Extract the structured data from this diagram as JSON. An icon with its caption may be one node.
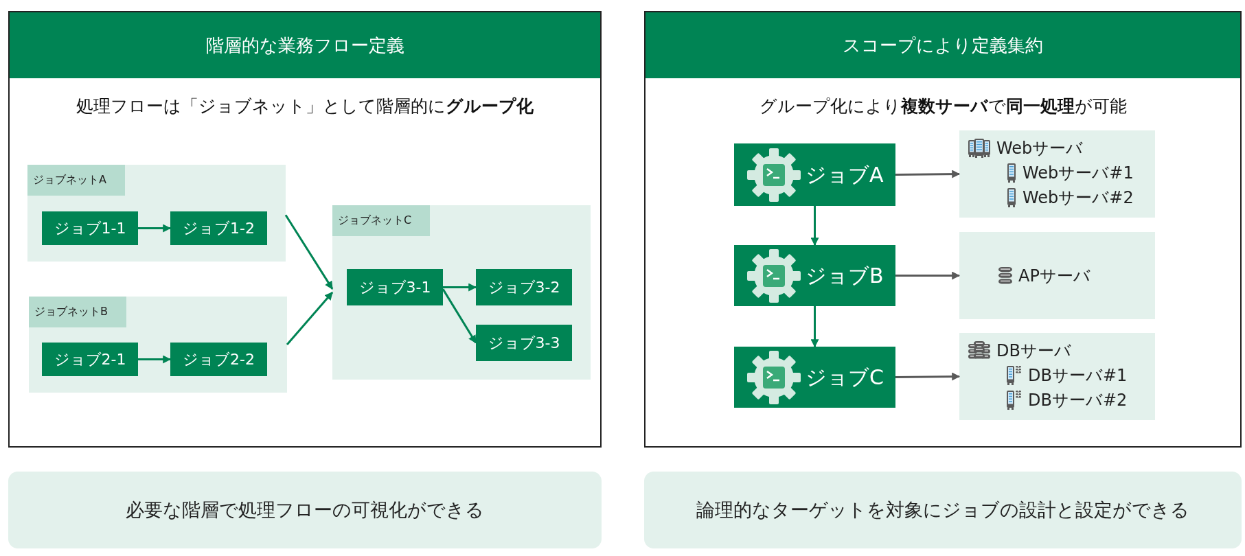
{
  "diagram": {
    "nodes": [
      {
        "text": [
          "階層的な業務フロー定義",
          "処理フローは「ジョブネット」として階層的に**グループ化**"
        ]
      },
      {
        "text": [
          "ジョブネットA"
        ],
        "in": 0
      },
      {
        "text": [
          "ジョブ1-1"
        ],
        "in": 1
      },
      {
        "text": [
          "ジョブ1-2"
        ],
        "in": 1
      },
      {
        "text": [
          "ジョブネットB"
        ],
        "in": 0
      },
      {
        "text": [
          "ジョブ2-1"
        ],
        "in": 4
      },
      {
        "text": [
          "ジョブ2-2"
        ],
        "in": 4
      },
      {
        "text": [
          "ジョブネットC"
        ],
        "in": 0
      },
      {
        "text": [
          "ジョブ3-1"
        ],
        "in": 7
      },
      {
        "text": [
          "ジョブ3-2"
        ],
        "in": 7
      },
      {
        "text": [
          "ジョブ3-3"
        ],
        "in": 7
      },
      {
        "text": [
          "スコープにより定義集約",
          "グループ化により**複数サーバ**で**同一処理**が可能"
        ]
      },
      {
        "text": [
          "ジョブA"
        ],
        "in": 11
      },
      {
        "text": [
          "Webサーバ",
          "Webサーバ#1",
          "Webサーバ#2"
        ],
        "in": 11
      },
      {
        "text": [
          "ジョブB"
        ],
        "in": 11
      },
      {
        "text": [
          "APサーバ"
        ],
        "in": 11
      },
      {
        "text": [
          "ジョブC"
        ],
        "in": 11
      },
      {
        "text": [
          "DBサーバ",
          "DBサーバ#1",
          "DBサーバ#2"
        ],
        "in": 11
      },
      {
        "text": [
          "必要な階層で処理フローの可視化ができる"
        ]
      },
      {
        "text": [
          "論理的なターゲットを対象にジョブの設計と設定ができる"
        ]
      }
    ],
    "edges": [
      {
        "from": 2,
        "to": 3,
        "arrow": "to"
      },
      {
        "from": 5,
        "to": 6,
        "arrow": "to"
      },
      {
        "from": 1,
        "to": 7,
        "arrow": "to"
      },
      {
        "from": 4,
        "to": 7,
        "arrow": "to"
      },
      {
        "from": 8,
        "to": 9,
        "arrow": "to"
      },
      {
        "from": 8,
        "to": 10,
        "arrow": "to"
      },
      {
        "from": 12,
        "to": 13,
        "arrow": "to",
        "color": "#595959"
      },
      {
        "from": 12,
        "to": 14,
        "arrow": "to"
      },
      {
        "from": 14,
        "to": 15,
        "arrow": "to",
        "color": "#595959"
      },
      {
        "from": 14,
        "to": 16,
        "arrow": "to"
      },
      {
        "from": 16,
        "to": 17,
        "arrow": "to",
        "color": "#595959"
      }
    ]
  }
}
